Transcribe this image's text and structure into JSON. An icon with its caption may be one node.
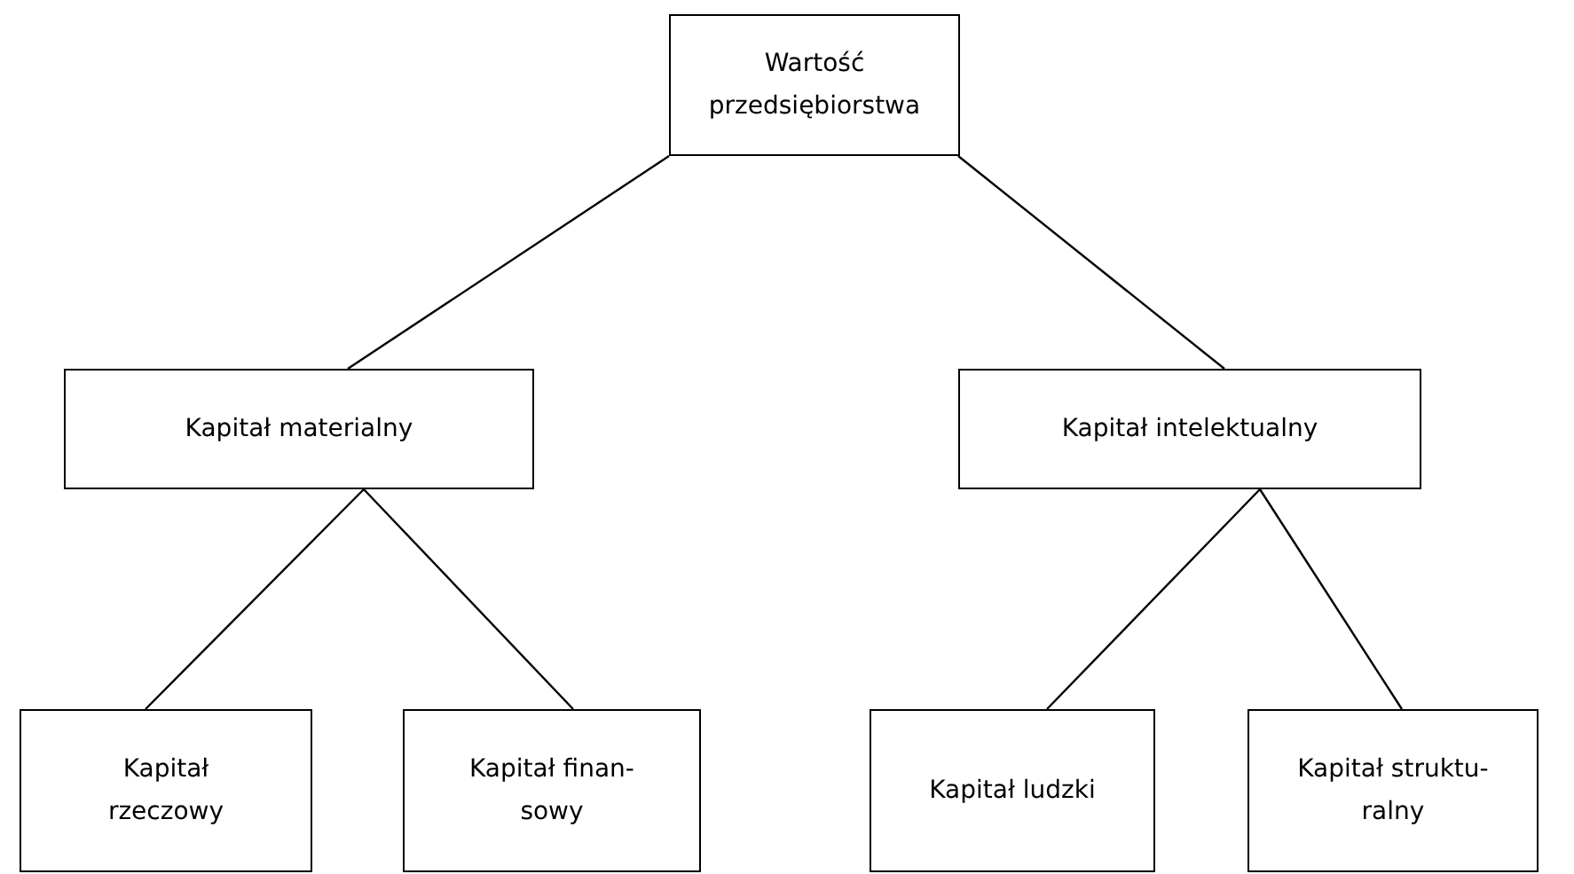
{
  "diagram": {
    "nodes": [
      {
        "text": [
          "Wartość przedsiębiorstwa"
        ]
      },
      {
        "text": [
          "Kapitał materialny"
        ]
      },
      {
        "text": [
          "Kapitał intelektualny"
        ]
      },
      {
        "text": [
          "Kapitał rzeczowy"
        ]
      },
      {
        "text": [
          "Kapitał finan- sowy"
        ]
      },
      {
        "text": [
          "Kapitał ludzki"
        ]
      },
      {
        "text": [
          "Kapitał struktu- ralny"
        ]
      }
    ],
    "edges": [
      {
        "from": 0,
        "to": 1,
        "arrow": "none"
      },
      {
        "from": 0,
        "to": 2,
        "arrow": "none"
      },
      {
        "from": 1,
        "to": 3,
        "arrow": "none"
      },
      {
        "from": 1,
        "to": 4,
        "arrow": "none"
      },
      {
        "from": 2,
        "to": 5,
        "arrow": "none"
      },
      {
        "from": 2,
        "to": 6,
        "arrow": "none"
      }
    ]
  }
}
